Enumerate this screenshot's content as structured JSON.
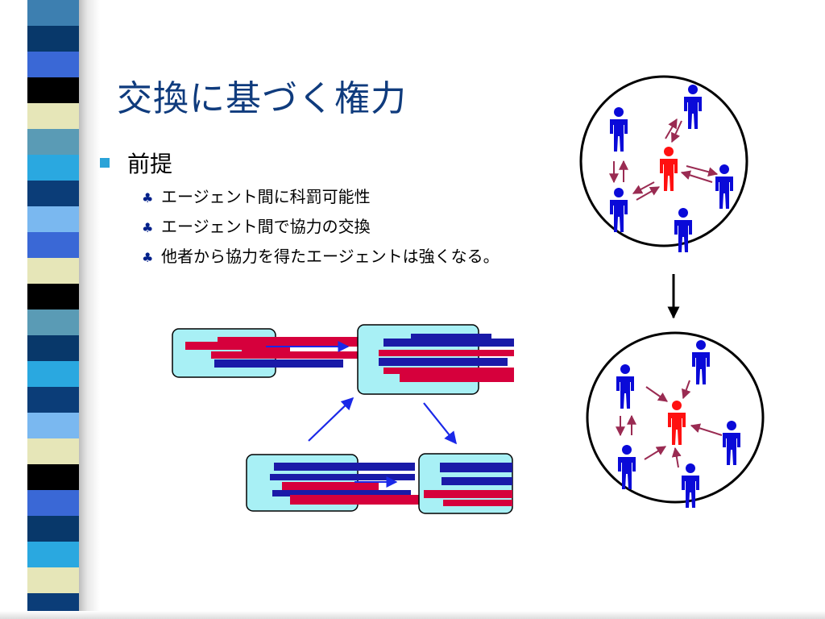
{
  "slide": {
    "title": "交換に基づく権力",
    "bullets": [
      {
        "text": "前提",
        "subbullets": [
          "エージェント間に科罰可能性",
          "エージェント間で協力の交換",
          "他者から協力を得たエージェントは強くなる。"
        ]
      }
    ]
  },
  "icons": {
    "bullet_level1": "square-bullet-icon",
    "bullet_level2": "club-bullet-icon",
    "person": "person-icon",
    "arrow": "arrow-icon"
  },
  "colors": {
    "title": "#0f3b7d",
    "bullet_level1": "#2aa3d8",
    "bullet_level2": "#00208a",
    "agent": "#0a0ad8",
    "central_agent": "#ff1010",
    "relation_arrow": "#9a2b52",
    "flow_arrow": "#1a28e8",
    "box_fill": "#a8f0f5",
    "garbled_red": "#d6003c",
    "garbled_blue": "#1a1aa8",
    "stripe": [
      "#3d7fb0",
      "#08386a",
      "#3a68d6",
      "#000000",
      "#e6e6b8",
      "#5a9bb5",
      "#2aa8e0",
      "#0b3d78",
      "#7ab8f0"
    ]
  },
  "stripe_pattern": [
    "#3d7fb0",
    "#08386a",
    "#3a68d6",
    "#000000",
    "#e6e6b8",
    "#5a9bb5",
    "#2aa8e0",
    "#0b3d78",
    "#7ab8f0",
    "#3a68d6",
    "#e6e6b8",
    "#000000",
    "#5a9bb5",
    "#08386a",
    "#2aa8e0",
    "#0b3d78",
    "#7ab8f0",
    "#e6e6b8",
    "#000000",
    "#3a68d6",
    "#08386a",
    "#2aa8e0",
    "#e6e6b8",
    "#0b3d78"
  ]
}
